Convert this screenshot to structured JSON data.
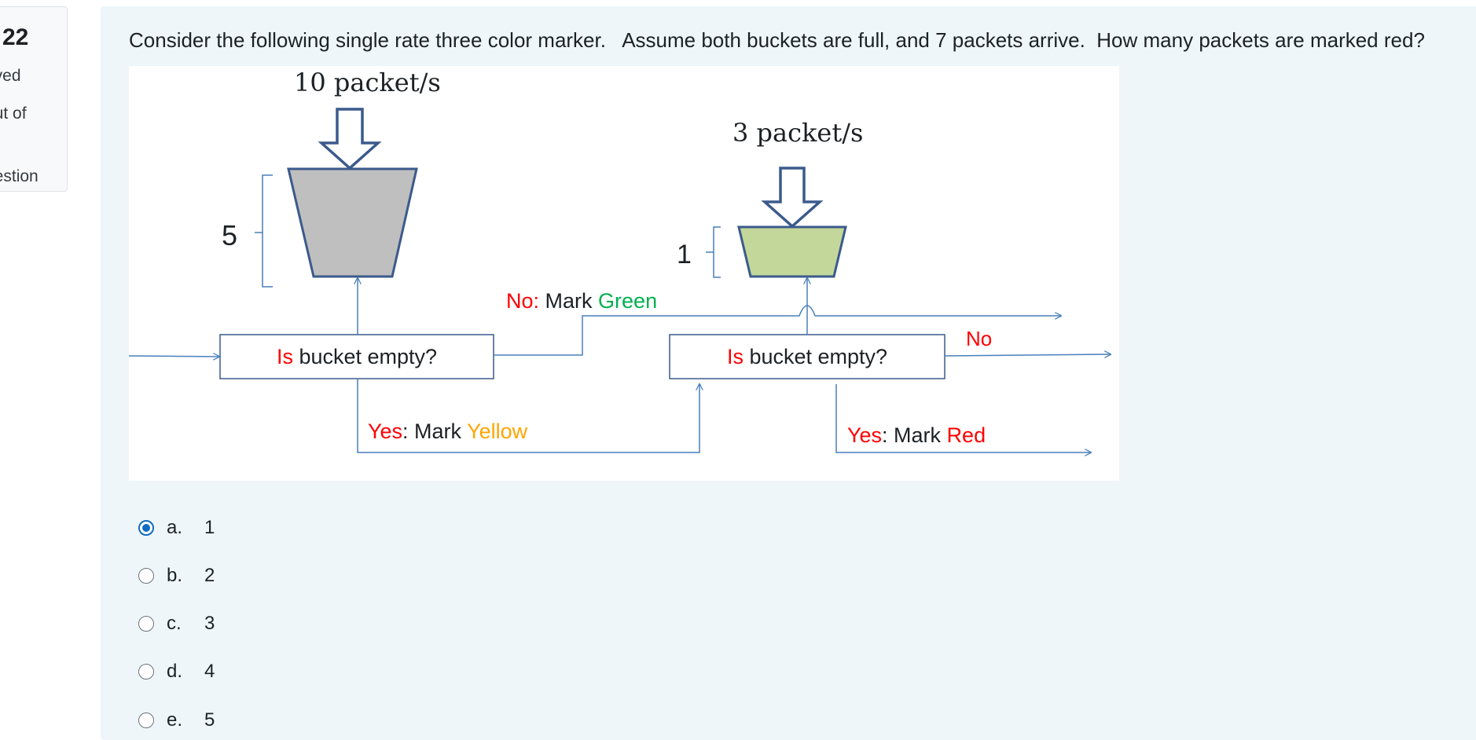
{
  "info": {
    "question_number": "22",
    "lines": [
      "aved",
      "out of",
      "uestion"
    ]
  },
  "question": {
    "text": "Consider the following single rate three color marker.   Assume both buckets are full, and 7 packets arrive.  How many packets are marked red?"
  },
  "diagram": {
    "rate1": "10 packet/s",
    "rate2": "3 packet/s",
    "size1": "5",
    "size2": "1",
    "box1": {
      "is": "Is",
      "rest": " bucket empty?"
    },
    "box2": {
      "is": "Is",
      "rest": " bucket empty?"
    },
    "no_green": {
      "no": "No:",
      "mark": " Mark ",
      "color": "Green"
    },
    "yes_yellow": {
      "yes": "Yes",
      "mark": ": Mark ",
      "color": "Yellow"
    },
    "no2": "No",
    "yes_red": {
      "yes": "Yes",
      "mark": ": Mark ",
      "color": "Red"
    },
    "colors": {
      "red": "#ff0000",
      "green": "#00b050",
      "yellow": "#ffa500",
      "bucket1_fill": "#bfbfbf",
      "bucket2_fill": "#c4d79b",
      "bucket_stroke": "#3b5a8c",
      "line": "#4a7ebb"
    }
  },
  "answers": [
    {
      "letter": "a.",
      "value": "1",
      "selected": true
    },
    {
      "letter": "b.",
      "value": "2",
      "selected": false
    },
    {
      "letter": "c.",
      "value": "3",
      "selected": false
    },
    {
      "letter": "d.",
      "value": "4",
      "selected": false
    },
    {
      "letter": "e.",
      "value": "5",
      "selected": false
    }
  ]
}
